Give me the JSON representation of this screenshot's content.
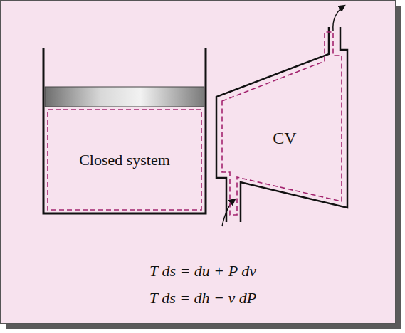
{
  "diagram": {
    "nodes": [
      {
        "text": [
          "Closed system"
        ]
      },
      {
        "text": [
          "CV"
        ]
      }
    ],
    "labels": [
      "T ds = du + P dv",
      "T ds = dh − v dP"
    ]
  }
}
